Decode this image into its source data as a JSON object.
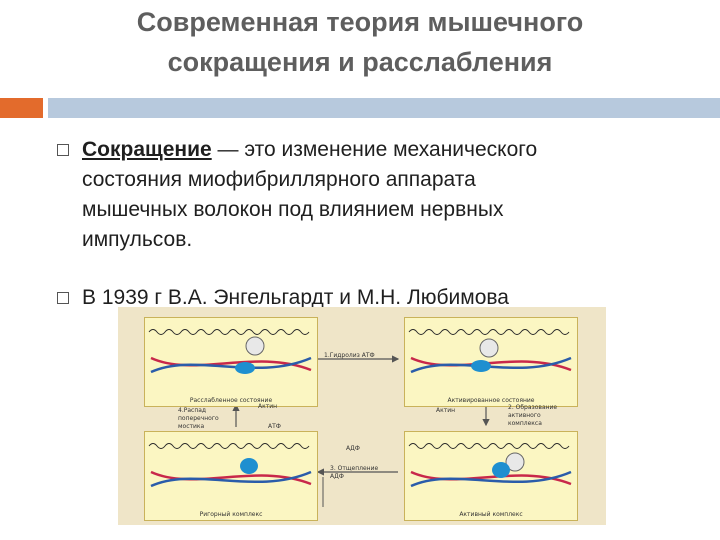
{
  "slide": {
    "title_line1": "Современная теория мышечного",
    "title_line2": "сокращения и расслабления",
    "bullet1": {
      "term": "Сокращение",
      "line1_rest": " — это изменение механического",
      "line2": "состояния миофибриллярного аппарата",
      "line3": "мышечных волокон под влиянием нервных",
      "line4": "импульсов."
    },
    "bullet2": "В 1939 г В.А. Энгельгардт и М.Н. Любимова"
  },
  "diagram": {
    "panels": [
      {
        "label": "Расслабленное состояние"
      },
      {
        "label": "Активированное состояние"
      },
      {
        "label": "Ригорный комплекс"
      },
      {
        "label": "Активный комплекс"
      }
    ],
    "steps": {
      "s1": "1.Гидролиз АТФ",
      "s2_a": "2. Образование",
      "s2_b": "активного",
      "s2_c": "комплекса",
      "s3_a": "3. Отщепление",
      "s3_b": "АДФ",
      "s4_a": "4.Распад",
      "s4_b": "поперечного",
      "s4_c": "мостика"
    },
    "labels": {
      "actin_left": "Актин",
      "actin_right": "Актин",
      "atp": "АТФ",
      "adp": "АДФ"
    },
    "colors": {
      "background": "#efe5c8",
      "panel": "#fbf6c2",
      "myosin_head": "#1e8fd0",
      "filament_red": "#c8284a",
      "filament_blue": "#2a5caa",
      "actin_chain": "#2b2b2b"
    }
  }
}
